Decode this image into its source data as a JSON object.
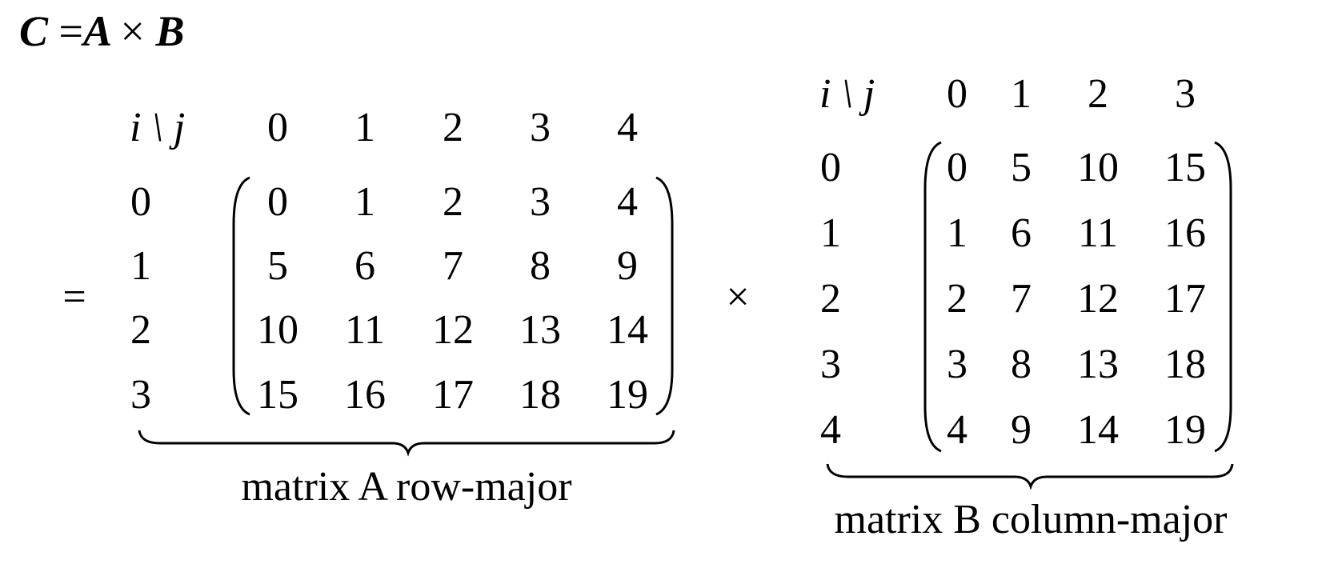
{
  "equation": {
    "lhs": "C",
    "eq": "=",
    "a": "A",
    "times": "×",
    "b": "B"
  },
  "equals_sign": "=",
  "times_sign": "×",
  "matrix_a": {
    "corner": "i \\ j",
    "col_headers": [
      "0",
      "1",
      "2",
      "3",
      "4"
    ],
    "row_headers": [
      "0",
      "1",
      "2",
      "3"
    ],
    "rows": [
      [
        "0",
        "1",
        "2",
        "3",
        "4"
      ],
      [
        "5",
        "6",
        "7",
        "8",
        "9"
      ],
      [
        "10",
        "11",
        "12",
        "13",
        "14"
      ],
      [
        "15",
        "16",
        "17",
        "18",
        "19"
      ]
    ],
    "caption": "matrix A row-major"
  },
  "matrix_b": {
    "corner": "i \\ j",
    "col_headers": [
      "0",
      "1",
      "2",
      "3"
    ],
    "row_headers": [
      "0",
      "1",
      "2",
      "3",
      "4"
    ],
    "rows": [
      [
        "0",
        "5",
        "10",
        "15"
      ],
      [
        "1",
        "6",
        "11",
        "16"
      ],
      [
        "2",
        "7",
        "12",
        "17"
      ],
      [
        "3",
        "8",
        "13",
        "18"
      ],
      [
        "4",
        "9",
        "14",
        "19"
      ]
    ],
    "caption": "matrix B column-major"
  }
}
